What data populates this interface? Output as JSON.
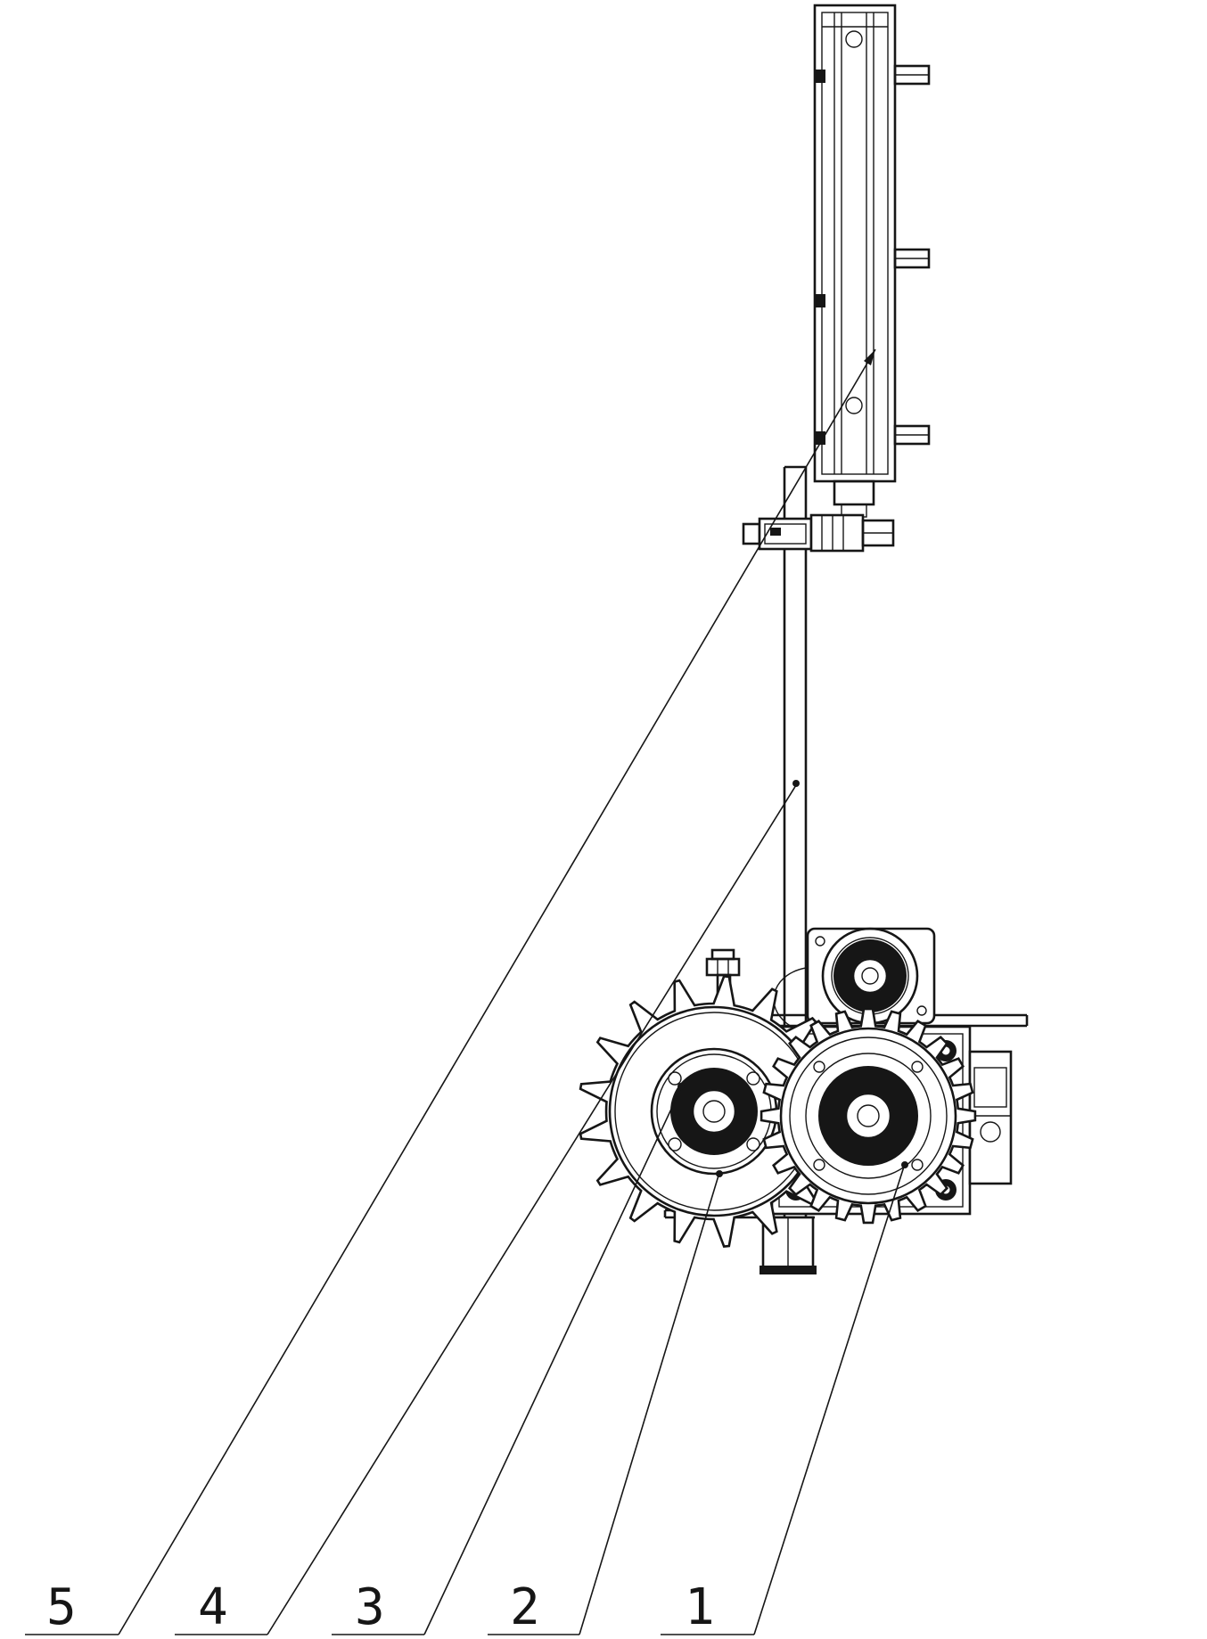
{
  "figure": {
    "kind": "patent-mechanical-line-drawing",
    "background_color": "#ffffff",
    "line_color": "#161616",
    "callouts": [
      {
        "label": "5",
        "points_to": "vertical-rail-assembly"
      },
      {
        "label": "4",
        "points_to": "vertical-guide-bar"
      },
      {
        "label": "3",
        "points_to": "sprocket-gear"
      },
      {
        "label": "2",
        "points_to": "gear-bracket"
      },
      {
        "label": "1",
        "points_to": "drive-gear-assembly"
      }
    ]
  }
}
